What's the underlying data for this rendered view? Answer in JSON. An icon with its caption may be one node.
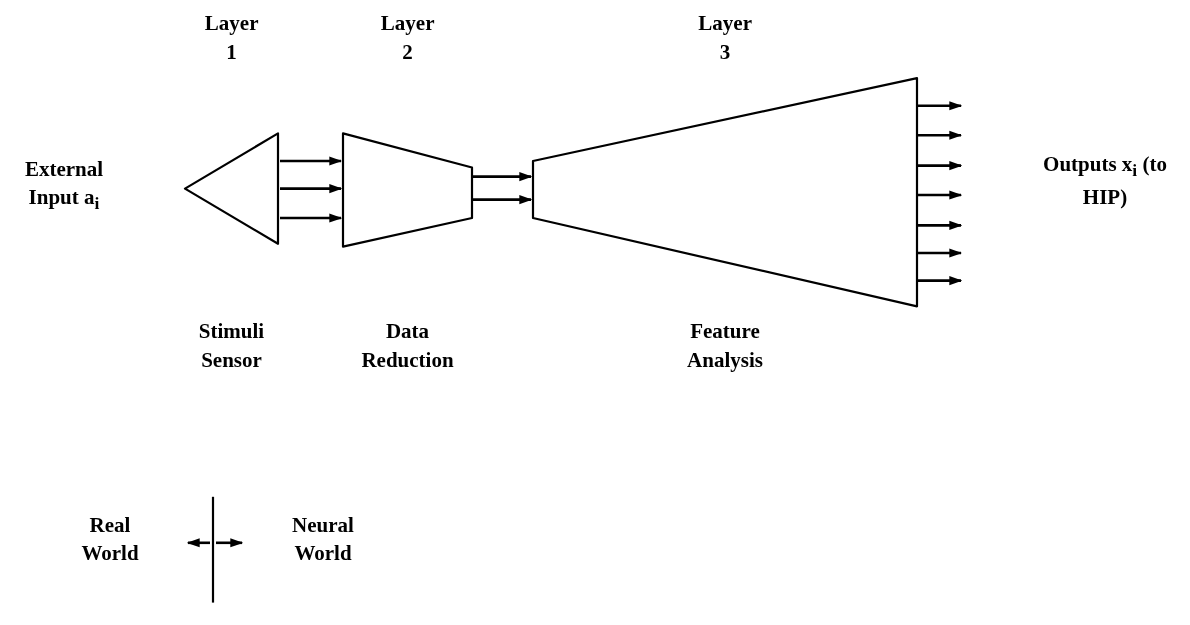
{
  "diagram": {
    "nodes": [
      {
        "text": [
          "Layer 1",
          "Stimuli Sensor"
        ]
      },
      {
        "text": [
          "Layer 2",
          "Data Reduction"
        ]
      },
      {
        "text": [
          "Layer 3",
          "Feature Analysis"
        ]
      }
    ],
    "edges": [
      {
        "from": 0,
        "to": 1,
        "arrow": "to"
      },
      {
        "from": 0,
        "to": 1,
        "arrow": "to"
      },
      {
        "from": 0,
        "to": 1,
        "arrow": "to"
      },
      {
        "from": 1,
        "to": 2,
        "arrow": "to"
      },
      {
        "from": 1,
        "to": 2,
        "arrow": "to"
      },
      {
        "from": 2,
        "to": null,
        "arrow": "to"
      },
      {
        "from": 2,
        "to": null,
        "arrow": "to"
      },
      {
        "from": 2,
        "to": null,
        "arrow": "to"
      },
      {
        "from": 2,
        "to": null,
        "arrow": "to"
      },
      {
        "from": 2,
        "to": null,
        "arrow": "to"
      },
      {
        "from": 2,
        "to": null,
        "arrow": "to"
      },
      {
        "from": 2,
        "to": null,
        "arrow": "to"
      }
    ],
    "labels": [
      "External Input a$_{i}$",
      "Outputs x$_{i}$ (to HIP)",
      "Real World",
      "Neural World"
    ]
  }
}
